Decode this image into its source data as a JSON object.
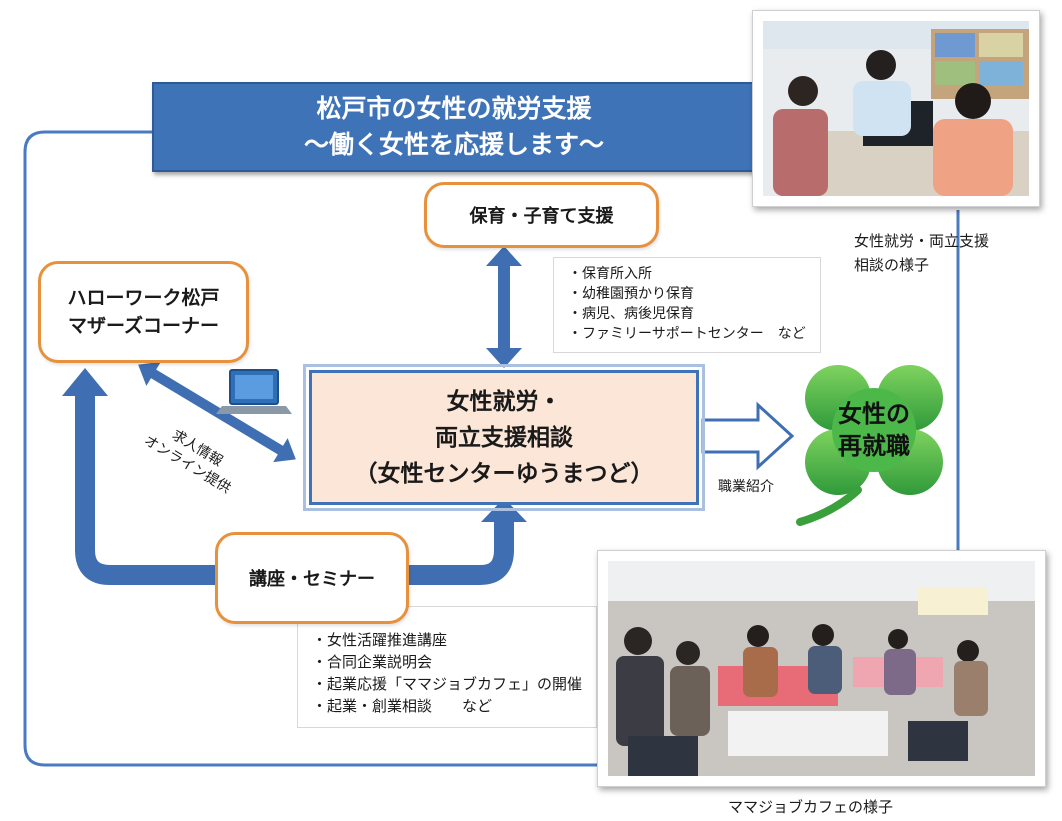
{
  "title": {
    "line1": "松戸市の女性の就労支援",
    "line2": "〜働く女性を応援します〜"
  },
  "hellowork": {
    "line1": "ハローワーク松戸",
    "line2": "マザーズコーナー"
  },
  "childcare": {
    "label": "保育・子育て支援",
    "items": [
      "・保育所入所",
      "・幼稚園預かり保育",
      "・病児、病後児保育",
      "・ファミリーサポートセンター　など"
    ]
  },
  "center": {
    "line1": "女性就労・",
    "line2": "両立支援相談",
    "line3": "（女性センターゆうまつど）"
  },
  "online_label": {
    "line1": "求人情報",
    "line2": "オンライン提供"
  },
  "seminar": {
    "label": "講座・セミナー",
    "items": [
      "・女性活躍推進講座",
      "・合同企業説明会",
      "・起業応援「ママジョブカフェ」の開催",
      "・起業・創業相談　　など"
    ]
  },
  "reemployment": {
    "line1": "女性の",
    "line2": "再就職"
  },
  "job_intro": "職業紹介",
  "captions": {
    "consultation_line1": "女性就労・両立支援",
    "consultation_line2": "相談の様子",
    "cafe": "ママジョブカフェの様子"
  },
  "colors": {
    "banner_blue": "#3f73b8",
    "orange_border": "#e8913c",
    "center_fill": "#fbe6d7",
    "clover_green": "#46b649"
  }
}
